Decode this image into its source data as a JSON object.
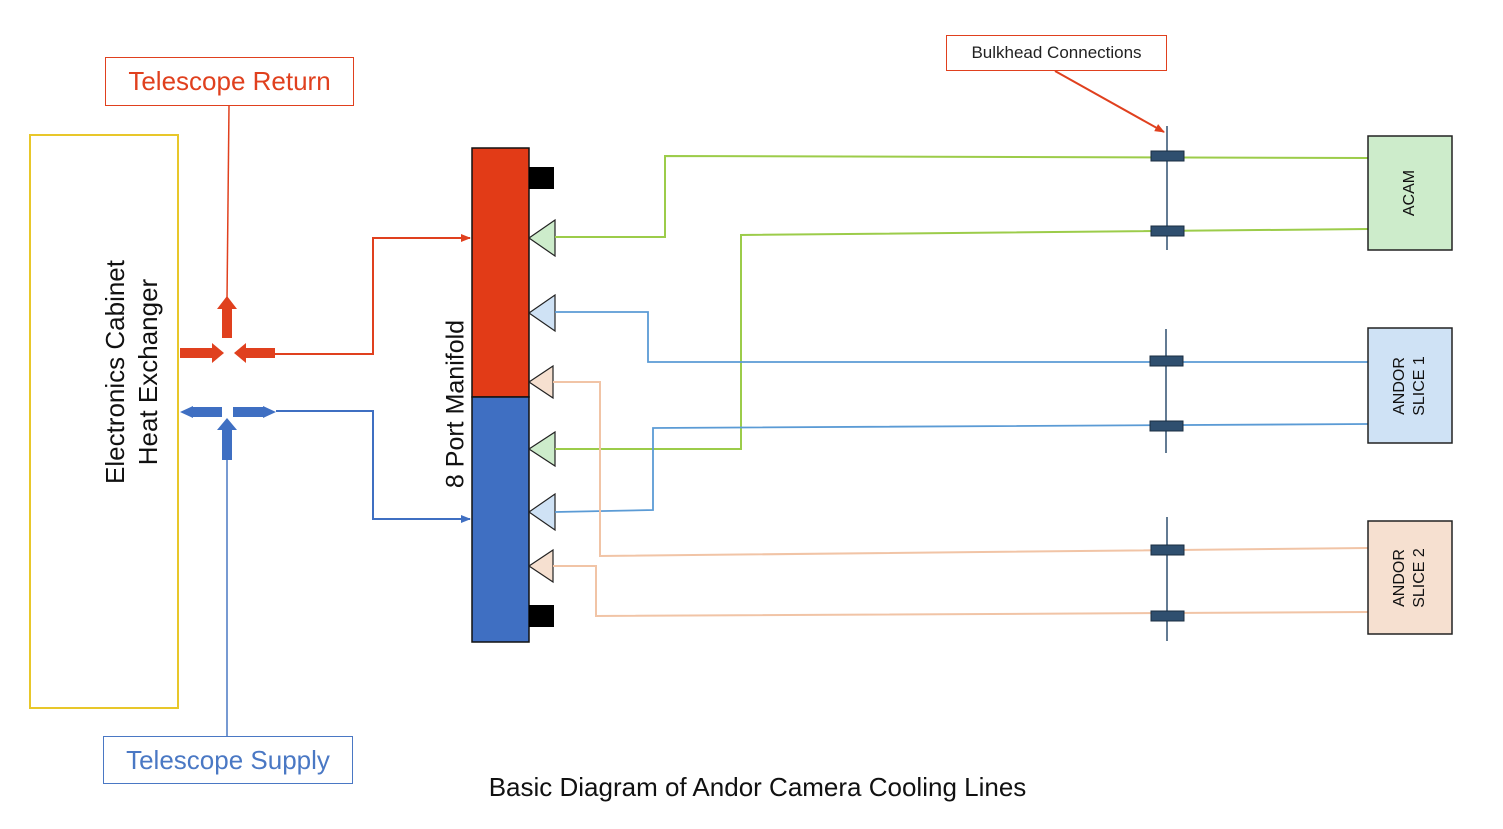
{
  "labels": {
    "telescope_return": "Telescope Return",
    "telescope_supply": "Telescope Supply",
    "bulkhead": "Bulkhead Connections",
    "heat_exchanger_line1": "Electronics Cabinet",
    "heat_exchanger_line2": "Heat Exchanger",
    "manifold": "8 Port Manifold",
    "caption": "Basic Diagram of Andor Camera Cooling Lines"
  },
  "cameras": [
    {
      "line1": "ACAM",
      "line2": "",
      "fill": "#cdeccb"
    },
    {
      "line1": "ANDOR",
      "line2": "SLICE 1",
      "fill": "#cfe2f5"
    },
    {
      "line1": "ANDOR",
      "line2": "SLICE 2",
      "fill": "#f6e0d0"
    }
  ],
  "colors": {
    "return": "#e0401e",
    "supply": "#3f6fc2",
    "green_line": "#9ccc4a",
    "blue_line": "#5b9bd5",
    "tan_line": "#f1c4a6",
    "bulkhead_fitting": "#2f4f6f",
    "heat_exchanger_border": "#e8c72a"
  }
}
